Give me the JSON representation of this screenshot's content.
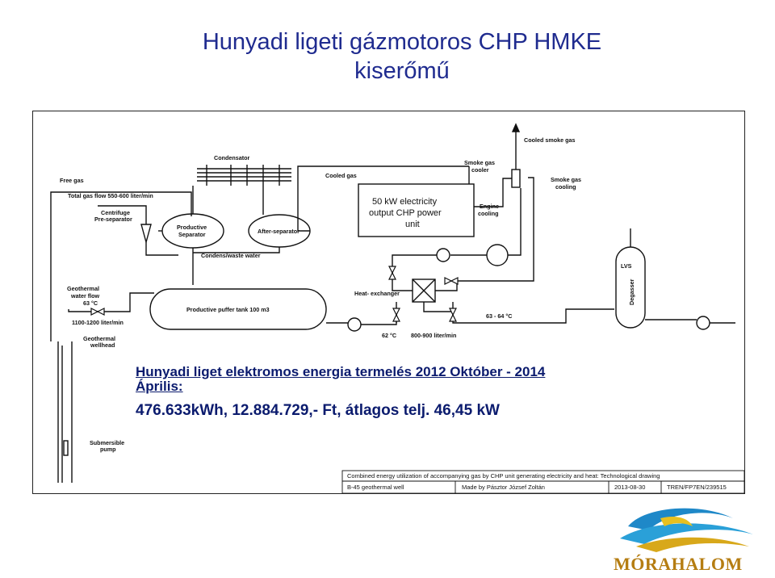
{
  "title": {
    "line1": "Hunyadi ligeti gázmotoros CHP HMKE",
    "line2": "kiserőmű"
  },
  "diagram": {
    "labels": {
      "free_gas": "Free gas",
      "total_gas_flow": "Total gas flow 550-600 liter/min",
      "centrifuge": "Centrifuge",
      "pre_separator": "Pre-separator",
      "condensator": "Condensator",
      "productive_separator_1": "Productive",
      "productive_separator_2": "Separator",
      "after_separator": "After-separator",
      "condens_waste": "Condens/waste water",
      "cooled_gas": "Cooled gas",
      "chp_1": "50 kW electricity",
      "chp_2": "output CHP power",
      "chp_3": "unit",
      "smoke_gas_cooler_1": "Smoke gas",
      "smoke_gas_cooler_2": "cooler",
      "cooled_smoke_gas": "Cooled smoke gas",
      "smoke_gas_cooling_1": "Smoke gas",
      "smoke_gas_cooling_2": "cooling",
      "engine_cooling_1": "Engine",
      "engine_cooling_2": "cooling",
      "lvs": "LVS",
      "degasser": "Degasser",
      "geothermal_flow_1": "Geothermal",
      "geothermal_flow_2": "water flow",
      "geothermal_flow_3": "63 °C",
      "puffer_tank": "Productive puffer tank 100 m3",
      "heat_exchanger": "Heat- exchanger",
      "temp_63_64": "63 - 64 °C",
      "flow_1100": "1100-1200 liter/min",
      "geothermal_wellhead_1": "Geothermal",
      "geothermal_wellhead_2": "wellhead",
      "temp_62": "62 °C",
      "flow_800": "800-900 liter/min",
      "submersible_pump_1": "Submersible",
      "submersible_pump_2": "pump"
    },
    "title_block": {
      "description": "Combined energy utilization of accompanying gas by CHP unit generating electricity and heat: Technological drawing",
      "well": "B-45 geothermal well",
      "made_by": "Made by Pásztor József Zoltán",
      "date": "2013-08-30",
      "ref": "TREN/FP7EN/239515"
    }
  },
  "overlay": {
    "line1a": "Hunyadi liget elektromos energia termelés 2012 Október - 2014",
    "line1b": "Április:",
    "line2": "476.633kWh, 12.884.729,- Ft, átlagos telj. 46,45 kW"
  },
  "logo": {
    "text": "MÓRAHALOM"
  },
  "colors": {
    "title": "#1f2b8f",
    "overlay_text": "#0b1b6e",
    "logo_gold": "#b57d12",
    "logo_blue": "#1e88c8"
  }
}
